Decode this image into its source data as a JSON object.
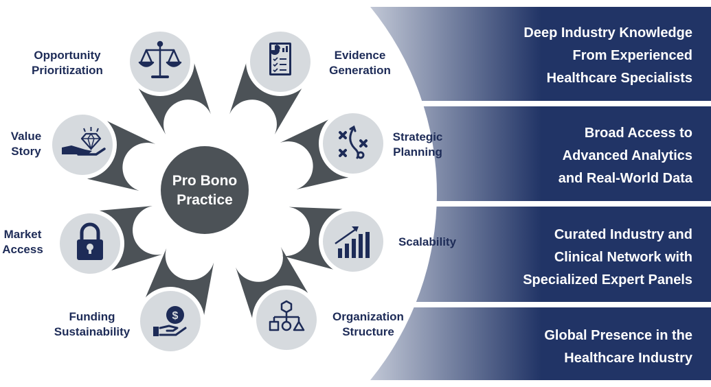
{
  "center": {
    "line1": "Pro Bono",
    "line2": "Practice"
  },
  "nodes": [
    {
      "id": "opportunity-prioritization",
      "lines": [
        "Opportunity",
        "Prioritization"
      ],
      "icon": "balance-scale-icon"
    },
    {
      "id": "evidence-generation",
      "lines": [
        "Evidence",
        "Generation"
      ],
      "icon": "report-document-icon"
    },
    {
      "id": "strategic-planning",
      "lines": [
        "Strategic",
        "Planning"
      ],
      "icon": "strategy-play-icon"
    },
    {
      "id": "scalability",
      "lines": [
        "Scalability"
      ],
      "icon": "growth-bar-chart-icon"
    },
    {
      "id": "organization-structure",
      "lines": [
        "Organization",
        "Structure"
      ],
      "icon": "org-chart-icon"
    },
    {
      "id": "funding-sustainability",
      "lines": [
        "Funding",
        "Sustainability"
      ],
      "icon": "hand-coin-icon"
    },
    {
      "id": "market-access",
      "lines": [
        "Market",
        "Access"
      ],
      "icon": "padlock-icon"
    },
    {
      "id": "value-story",
      "lines": [
        "Value",
        "Story"
      ],
      "icon": "hand-diamond-icon"
    }
  ],
  "bands": [
    {
      "lines": [
        "Deep Industry Knowledge",
        "From Experienced",
        "Healthcare Specialists"
      ]
    },
    {
      "lines": [
        "Broad Access to",
        "Advanced Analytics",
        "and Real-World Data"
      ]
    },
    {
      "lines": [
        "Curated Industry and",
        "Clinical Network with",
        "Specialized Expert Panels"
      ]
    },
    {
      "lines": [
        "Global Presence in the",
        "Healthcare Industry"
      ]
    }
  ],
  "colors": {
    "navy": "#1d2b57",
    "band_dark": "#213466",
    "band_light": "#e7eaf0",
    "tail": "#4c5257",
    "circle_fill": "#d6dade",
    "circle_border": "#ffffff",
    "center_fill": "#4c5257"
  }
}
